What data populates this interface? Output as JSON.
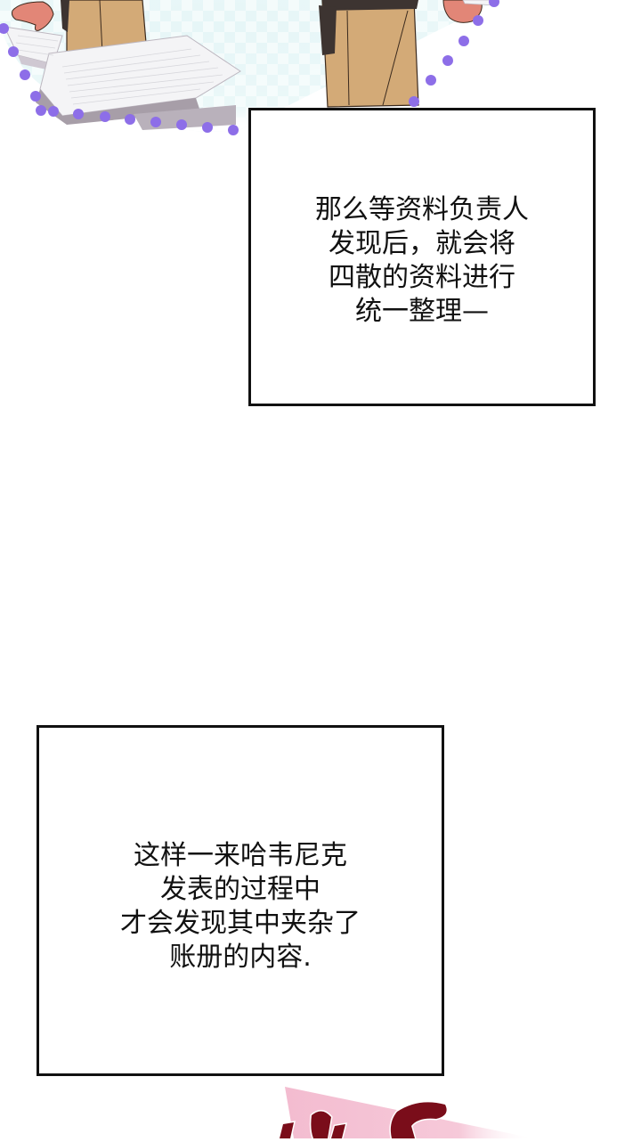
{
  "page": {
    "type": "webtoon-panel-strip",
    "background": "#ffffff"
  },
  "top_art": {
    "description": "Two characters in tan aprons standing among scattered stacks of paper documents, framed by a dotted purple border on a checkered pale-cyan background",
    "colors": {
      "apron": "#d3aa77",
      "apron_outline": "#3b2a1e",
      "dark_cloth": "#3d3431",
      "hand": "#e28677",
      "paper": "#f4f4f6",
      "paper_shadow": "#a79ea8",
      "dot_border": "#8d6ee8",
      "checker_bg": "#e9f7f8"
    }
  },
  "captions": [
    {
      "lines": [
        "那么等资料负责人",
        "发现后，就会将",
        "四散的资料进行",
        "统一整理—"
      ]
    },
    {
      "lines": [
        "这样一来哈韦尼克",
        "发表的过程中",
        "才会发现其中夹杂了",
        "账册的内容."
      ]
    }
  ],
  "bottom_art": {
    "description": "Partial view of a pink banner with dark red stylized sound-effect lettering, cut off at the bottom edge",
    "colors": {
      "banner": "#f3bcd0",
      "lettering": "#7a0d1a"
    }
  }
}
